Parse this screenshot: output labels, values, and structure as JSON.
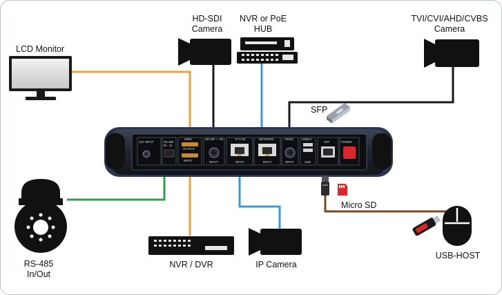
{
  "colors": {
    "hdmi": "#f0a13a",
    "network": "#3a9ad9",
    "rs485": "#2e9f4a",
    "usb": "#7a4a22",
    "video": "#1a1a1a"
  },
  "labels": {
    "lcd_monitor": "LCD Monitor",
    "hdsdi_line1": "HD-SDI",
    "hdsdi_line2": "Camera",
    "nvr_poe_line1": "NVR or PoE",
    "nvr_poe_line2": "HUB",
    "tvi_line1": "TVI/CVI/AHD/CVBS",
    "tvi_line2": "Camera",
    "sfp": "SFP",
    "micro_sd": "Micro SD",
    "rs485_line1": "RS-485",
    "rs485_line2": "In/Out",
    "nvr_dvr": "NVR / DVR",
    "ip_camera": "IP Camera",
    "usb_host": "USB-HOST"
  },
  "panel": {
    "dc_12v": "12V INPUT",
    "rs485": "RS-485",
    "rs485_pins": "B+ - B-",
    "hdmi": "HDMI",
    "hdmi_output": "OUTPUT",
    "hdmi_input": "INPUT",
    "hdsdi": "HD-SDI — 3G",
    "hdsdi_input": "INPUT",
    "ipcam": "IP CAM",
    "ipcam_input": "INPUT",
    "network": "NETWORK",
    "network_input": "INPUT",
    "video": "VIDEO",
    "video_input": "INPUT",
    "usb2": "USB2.0",
    "usb": "USB",
    "sfp": "SFP",
    "power": "POWER"
  }
}
